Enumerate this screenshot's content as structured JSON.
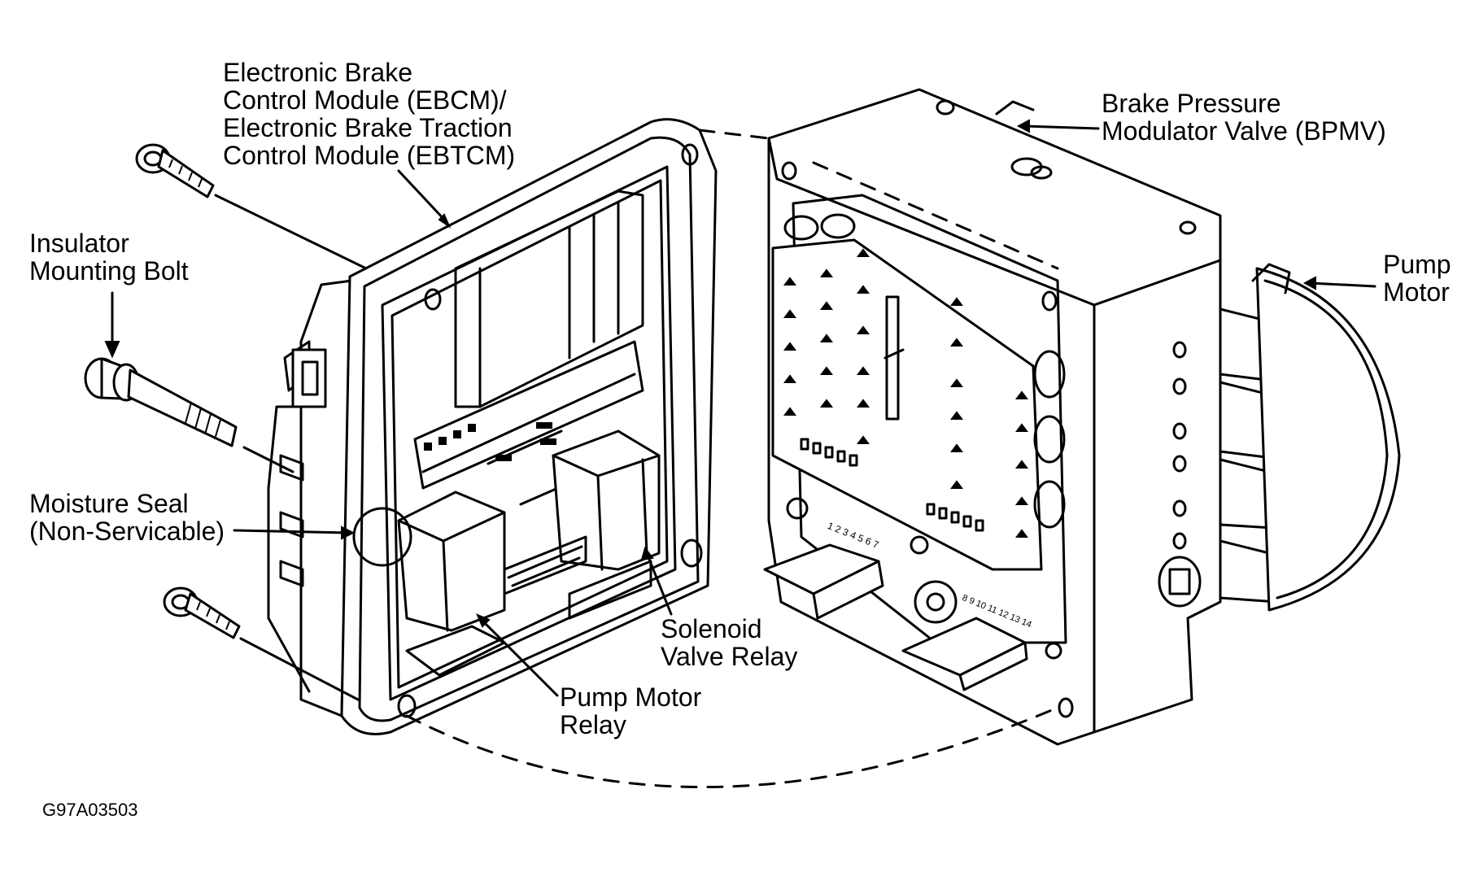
{
  "labels": {
    "ebcm": [
      "Electronic Brake",
      "Control Module (EBCM)/",
      "Electronic Brake Traction",
      "Control Module (EBTCM)"
    ],
    "bpmv": [
      "Brake Pressure",
      "Modulator Valve (BPMV)"
    ],
    "pump_motor": [
      "Pump",
      "Motor"
    ],
    "insulator_bolt": [
      "Insulator",
      "Mounting Bolt"
    ],
    "moisture_seal": [
      "Moisture Seal",
      "(Non-Servicable)"
    ],
    "solenoid_relay": [
      "Solenoid",
      "Valve Relay"
    ],
    "pump_relay": [
      "Pump Motor",
      "Relay"
    ],
    "figure_code": "G97A03503"
  },
  "connector_pins_left": "1 2 3 4 5 6 7",
  "connector_pins_right": "8 9 10 11 12 13 14"
}
